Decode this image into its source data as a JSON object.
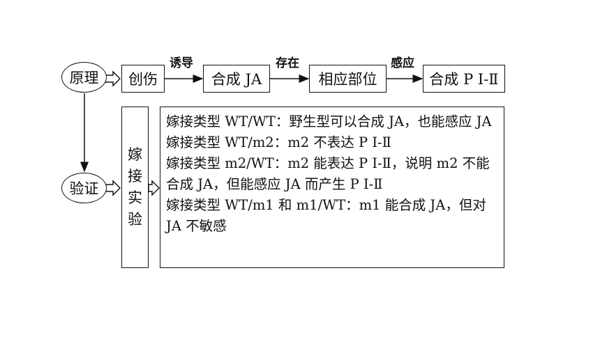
{
  "nodes": {
    "principle": "原理",
    "injury": "创伤",
    "synth_ja": "合成 JA",
    "site": "相应部位",
    "synth_pi": "合成 P I-Ⅱ",
    "verify": "验证",
    "graft_chars": [
      "嫁",
      "接",
      "实",
      "验"
    ]
  },
  "edges": {
    "induce": "诱导",
    "exist": "存在",
    "sense": "感应"
  },
  "results": [
    "嫁接类型 WT/WT：野生型可以合成 JA，也能感应 JA",
    "嫁接类型 WT/m2：m2 不表达 P I-Ⅱ",
    "嫁接类型 m2/WT：m2 能表达 P I-Ⅱ，说明 m2 不能合成 JA，但能感应 JA 而产生 P I-Ⅱ",
    "嫁接类型 WT/m1 和 m1/WT：m1 能合成 JA，但对 JA 不敏感"
  ]
}
